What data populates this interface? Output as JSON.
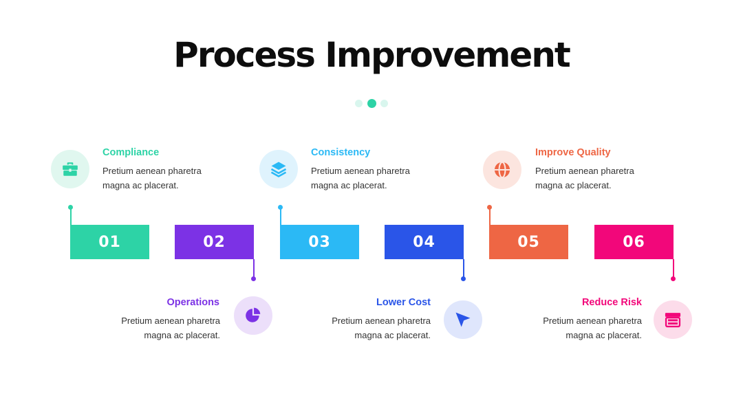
{
  "title": "Process Improvement",
  "pager": {
    "count": 3,
    "active_index": 1
  },
  "steps": [
    {
      "number": "01",
      "title": "Compliance",
      "desc": "Pretium aenean pharetra magna ac placerat.",
      "color": "#2dd3a6",
      "light": "#e0f7ef",
      "icon": "briefcase-icon",
      "position": "top"
    },
    {
      "number": "02",
      "title": "Operations",
      "desc": "Pretium aenean pharetra magna ac placerat.",
      "color": "#7c32e5",
      "light": "#ecdffa",
      "icon": "pie-chart-icon",
      "position": "bottom"
    },
    {
      "number": "03",
      "title": "Consistency",
      "desc": "Pretium aenean pharetra magna ac placerat.",
      "color": "#2bb9f5",
      "light": "#dff3fd",
      "icon": "layers-icon",
      "position": "top"
    },
    {
      "number": "04",
      "title": "Lower Cost",
      "desc": "Pretium aenean pharetra magna ac placerat.",
      "color": "#2a55e8",
      "light": "#dfe6fc",
      "icon": "cursor-arrow-icon",
      "position": "bottom"
    },
    {
      "number": "05",
      "title": "Improve Quality",
      "desc": "Pretium aenean pharetra magna ac placerat.",
      "color": "#ee6644",
      "light": "#fce5df",
      "icon": "globe-icon",
      "position": "top"
    },
    {
      "number": "06",
      "title": "Reduce Risk",
      "desc": "Pretium aenean pharetra magna ac placerat.",
      "color": "#f2077a",
      "light": "#fcdcea",
      "icon": "storefront-icon",
      "position": "bottom"
    }
  ]
}
